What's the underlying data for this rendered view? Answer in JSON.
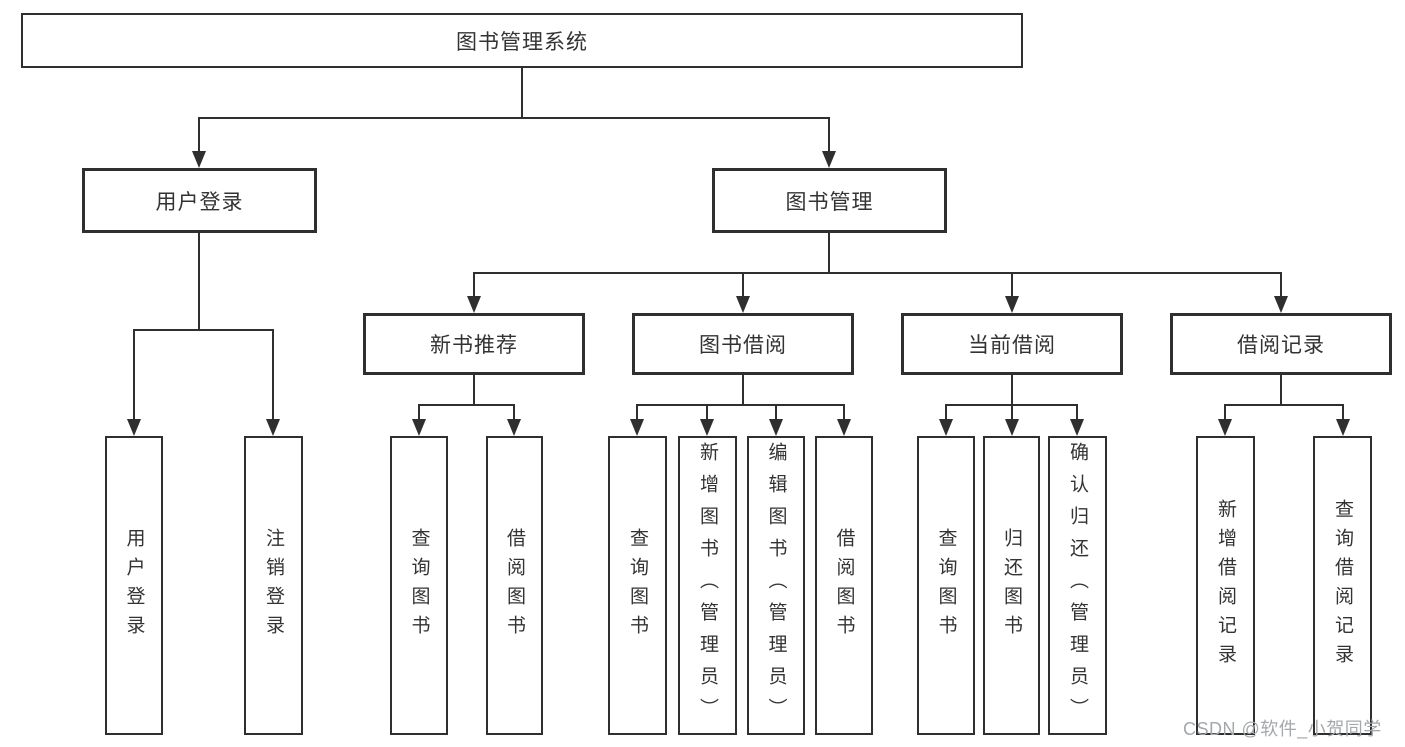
{
  "colors": {
    "line": "#2f2f2f",
    "border": "#2f2f2f",
    "text": "#333333",
    "watermark": "#a4a8ab",
    "background": "#ffffff"
  },
  "watermark": {
    "text": "CSDN @软件_小贺同学"
  },
  "tree": {
    "label": "图书管理系统",
    "children": [
      {
        "label": "用户登录",
        "children": [
          {
            "label": "用户登录"
          },
          {
            "label": "注销登录"
          }
        ]
      },
      {
        "label": "图书管理",
        "children": [
          {
            "label": "新书推荐",
            "children": [
              {
                "label": "查询图书"
              },
              {
                "label": "借阅图书"
              }
            ]
          },
          {
            "label": "图书借阅",
            "children": [
              {
                "label": "查询图书"
              },
              {
                "label": "新增图书（管理员）"
              },
              {
                "label": "编辑图书（管理员）"
              },
              {
                "label": "借阅图书"
              }
            ]
          },
          {
            "label": "当前借阅",
            "children": [
              {
                "label": "查询图书"
              },
              {
                "label": "归还图书"
              },
              {
                "label": "确认归还（管理员）"
              }
            ]
          },
          {
            "label": "借阅记录",
            "children": [
              {
                "label": "新增借阅记录"
              },
              {
                "label": "查询借阅记录"
              }
            ]
          }
        ]
      }
    ]
  }
}
